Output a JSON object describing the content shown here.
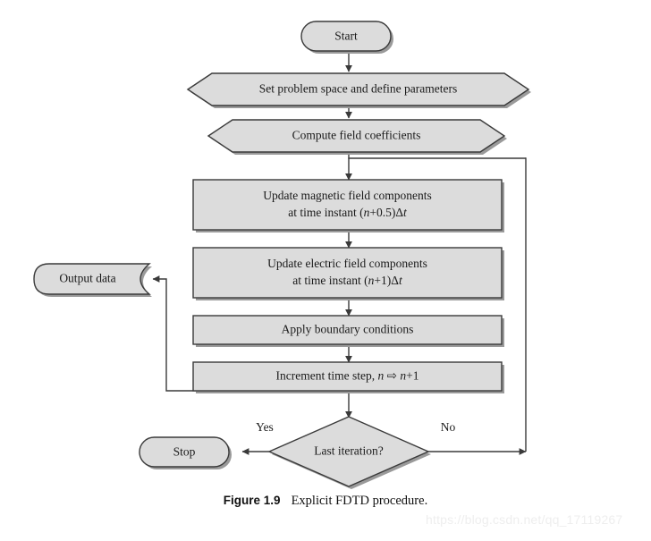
{
  "figure": {
    "caption_label": "Figure 1.9",
    "caption_text": "Explicit FDTD procedure.",
    "watermark": "https://blog.csdn.net/qq_17119267",
    "colors": {
      "shape_fill": "#dcdcdc",
      "shape_stroke": "#3a3a3a",
      "shape_shadow": "#9a9a9a",
      "connector": "#3a3a3a",
      "text": "#1a1a1a",
      "background": "#ffffff",
      "watermark": "#eeeeee"
    }
  },
  "nodes": {
    "start": {
      "label": "Start",
      "shape": "rounded-terminator"
    },
    "set_problem": {
      "label": "Set problem space and define parameters",
      "shape": "hexagon"
    },
    "compute_coeff": {
      "label": "Compute field coefficients",
      "shape": "hexagon"
    },
    "update_magnetic": {
      "shape": "process",
      "line1": "Update magnetic field components",
      "line2_pre": "at time instant (",
      "line2_var": "n",
      "line2_mid": "+0.5)",
      "line2_delta": "Δ",
      "line2_t": "t"
    },
    "update_electric": {
      "shape": "process",
      "line1": "Update electric field components",
      "line2_pre": "at time instant (",
      "line2_var": "n",
      "line2_mid": "+1)",
      "line2_delta": "Δ",
      "line2_t": "t"
    },
    "apply_boundary": {
      "label": "Apply boundary conditions",
      "shape": "process"
    },
    "increment_step": {
      "shape": "process",
      "pre": "Increment time step, ",
      "var1": "n",
      "arrow": " ⇨ ",
      "var2": "n",
      "post": "+1"
    },
    "output_data": {
      "label": "Output data",
      "shape": "callout-notched"
    },
    "last_iteration": {
      "label": "Last iteration?",
      "shape": "decision"
    },
    "stop": {
      "label": "Stop",
      "shape": "rounded-terminator"
    }
  },
  "edge_labels": {
    "yes": "Yes",
    "no": "No"
  }
}
